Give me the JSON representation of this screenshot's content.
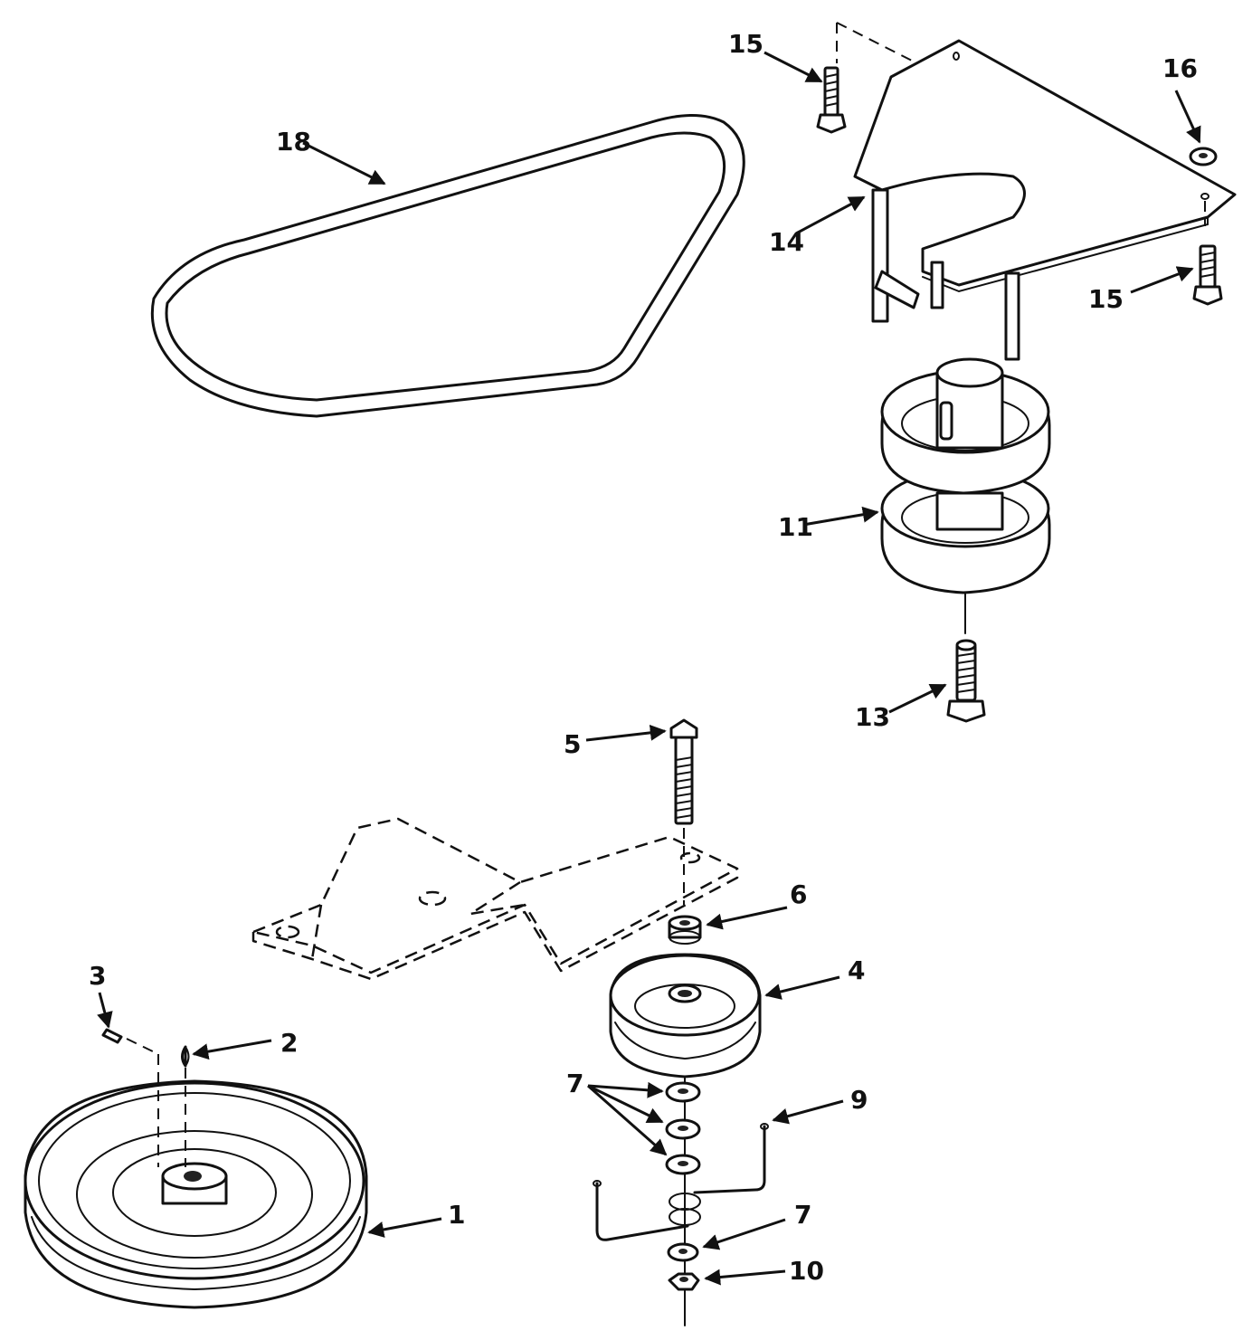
{
  "diagram": {
    "callouts": {
      "c1": "1",
      "c2": "2",
      "c3": "3",
      "c4": "4",
      "c5": "5",
      "c6": "6",
      "c7a": "7",
      "c7b": "7",
      "c9": "9",
      "c10": "10",
      "c11": "11",
      "c13": "13",
      "c14": "14",
      "c15a": "15",
      "c15b": "15",
      "c16": "16",
      "c18": "18"
    }
  }
}
